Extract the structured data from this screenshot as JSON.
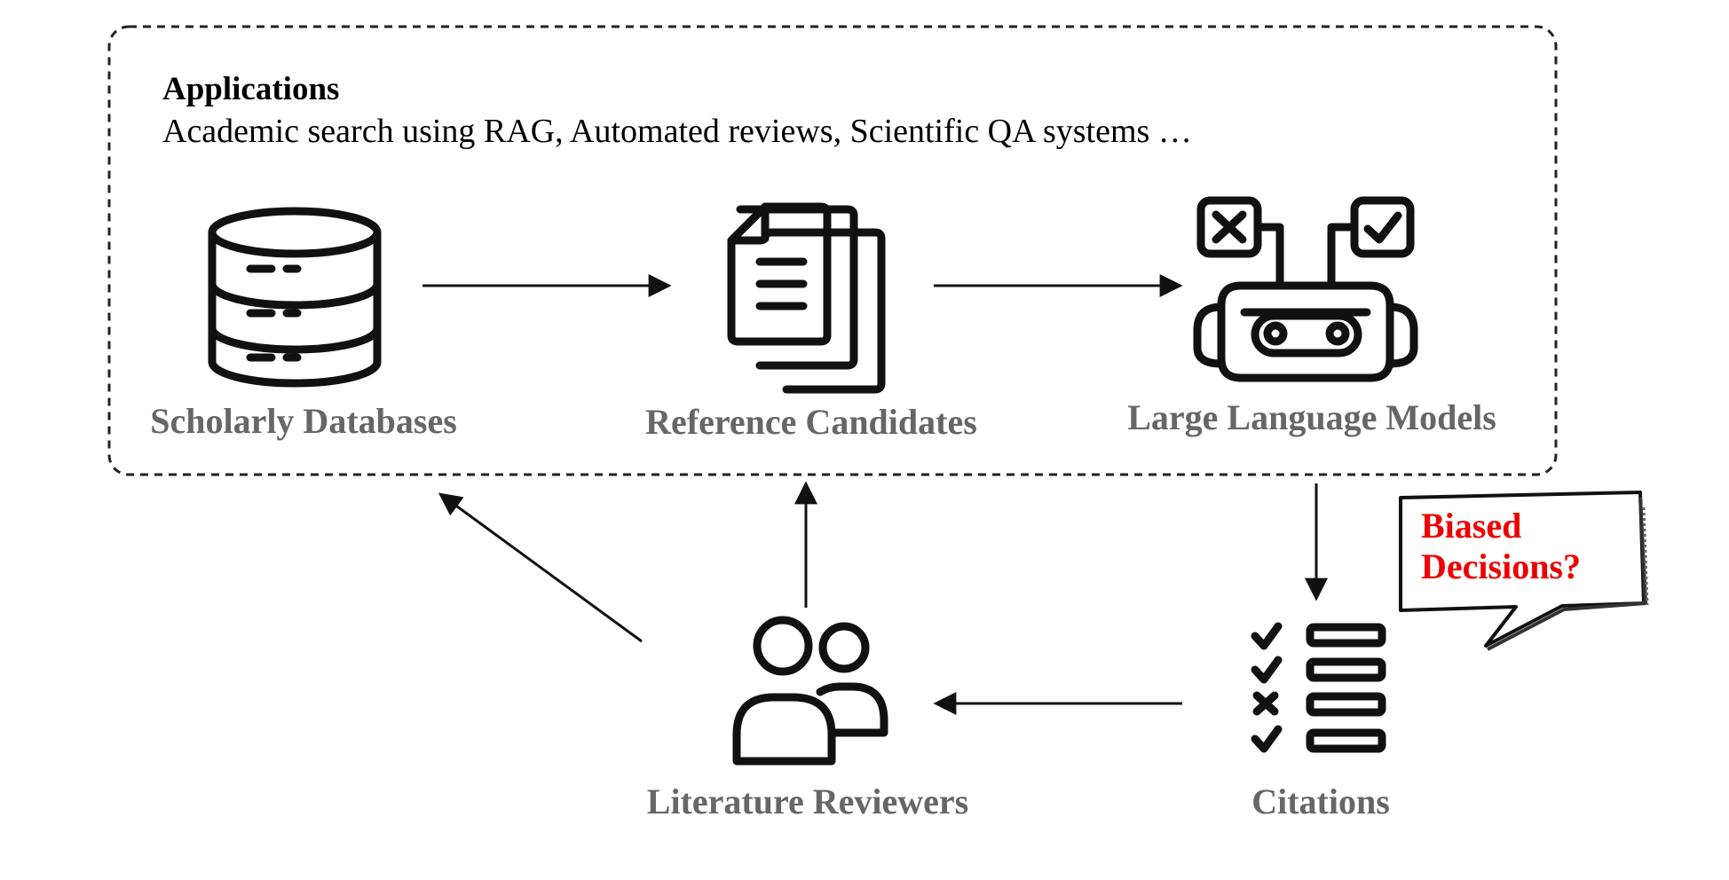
{
  "applications": {
    "title": "Applications",
    "description": "Academic search using RAG, Automated reviews, Scientific QA systems  …"
  },
  "nodes": {
    "scholarly_databases": "Scholarly Databases",
    "reference_candidates": "Reference Candidates",
    "large_language_models": "Large Language Models",
    "literature_reviewers": "Literature Reviewers",
    "citations": "Citations"
  },
  "speech_bubble": {
    "line1": "Biased",
    "line2": "Decisions?"
  },
  "colors": {
    "label": "#666666",
    "bubble_text": "#ee0000",
    "line": "#111111"
  }
}
